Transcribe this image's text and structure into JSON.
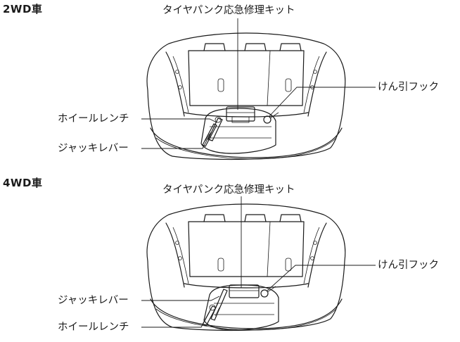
{
  "sections": [
    {
      "heading": "2WD車",
      "labels": {
        "repair_kit": "タイヤパンク応急修理キット",
        "tow_hook": "けん引フック",
        "lower_first": "ホイールレンチ",
        "lower_second": "ジャッキレバー"
      }
    },
    {
      "heading": "4WD車",
      "labels": {
        "repair_kit": "タイヤパンク応急修理キット",
        "tow_hook": "けん引フック",
        "lower_first": "ジャッキレバー",
        "lower_second": "ホイールレンチ"
      }
    }
  ]
}
